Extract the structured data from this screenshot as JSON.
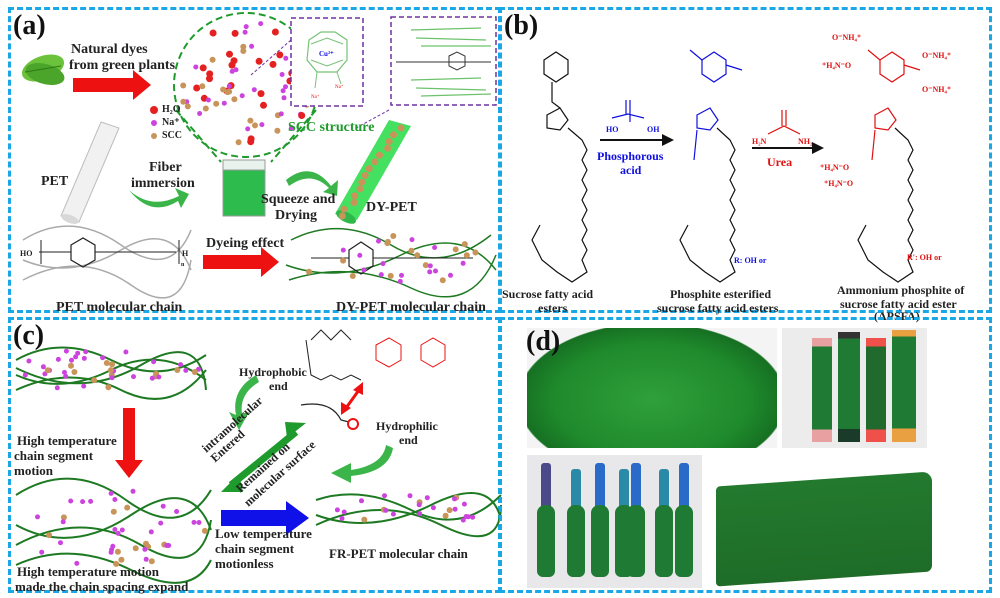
{
  "figure": {
    "panel_labels": [
      "(a)",
      "(b)",
      "(c)",
      "(d)"
    ],
    "colors": {
      "border": "#1aa7e6",
      "arrow_red": "#ee1111",
      "arrow_blue": "#1010e8",
      "arrow_green": "#2fae3a",
      "chain_green": "#1e7a22",
      "sodium_purple": "#cc44dd",
      "scc_brown": "#c8945a",
      "water_red": "#e52020",
      "box_purple": "#7030a0"
    }
  },
  "panel_a": {
    "label": "(a)",
    "natural_dyes": "Natural dyes",
    "from_green_plants": "from green plants",
    "legend": [
      {
        "icon": "water-molecule",
        "label": "H₂O"
      },
      {
        "icon": "sodium-ion",
        "label": "Na⁺"
      },
      {
        "icon": "scc-particle",
        "label": "SCC"
      }
    ],
    "cu_label": "Cu²⁺",
    "na_label": "Na⁺",
    "pet": "PET",
    "fiber_immersion_1": "Fiber",
    "fiber_immersion_2": "immersion",
    "scc_structure": "SCC structure",
    "squeeze_1": "Squeeze and",
    "squeeze_2": "Drying",
    "dy_pet": "DY-PET",
    "dyeing_effect": "Dyeing effect",
    "pet_chain": "PET molecular chain",
    "dy_pet_chain": "DY-PET molecular chain",
    "formula_left": "HO",
    "formula_right": "H",
    "formula_n": "n"
  },
  "panel_b": {
    "label": "(b)",
    "reactant_1": "Sucrose fatty acid",
    "reactant_2": "esters",
    "reagent_1_a": "Phosphorous",
    "reagent_1_b": "acid",
    "intermediate_1": "Phosphite esterified",
    "intermediate_2": "sucrose fatty acid esters",
    "reagent_2": "Urea",
    "product_1": "Ammonium phosphite of",
    "product_2": "sucrose fatty acid ester",
    "product_3": "(APSFA)",
    "r_def": "R: OH  or",
    "r_prime_def": "R': OH  or",
    "oh": "OH",
    "ho": "HO",
    "r": "R",
    "r_prime": "R'",
    "onh4": "O⁻NH₄⁺",
    "h4no": "⁺H₄N⁻O",
    "h2n": "H₂N",
    "nh2": "NH₂"
  },
  "panel_c": {
    "label": "(c)",
    "hydrophobic_1": "Hydrophobic",
    "hydrophobic_2": "end",
    "hydrophilic_1": "Hydrophilic",
    "hydrophilic_2": "end",
    "entered_1": "Entered",
    "entered_2": "intramolecular",
    "remained_1": "Remained on",
    "remained_2": "molecular surface",
    "high_temp_1": "High temperature",
    "high_temp_2": "chain segment",
    "high_temp_3": "motion",
    "expand_1": "High temperature motion",
    "expand_2": "made the chain spacing expand",
    "low_temp_1": "Low temperature",
    "low_temp_2": "chain segment",
    "low_temp_3": "motionless",
    "fr_pet": "FR-PET molecular chain"
  },
  "panel_d": {
    "label": "(d)",
    "photos": [
      {
        "name": "green-fiber-pile-photo",
        "subject": "dyed green fiber pile"
      },
      {
        "name": "yarn-cones-photo",
        "subject": "four green yarn cones"
      },
      {
        "name": "bobbins-photo",
        "subject": "seven green yarn bobbins"
      },
      {
        "name": "knitted-fabric-photo",
        "subject": "green knitted fabric"
      }
    ]
  }
}
